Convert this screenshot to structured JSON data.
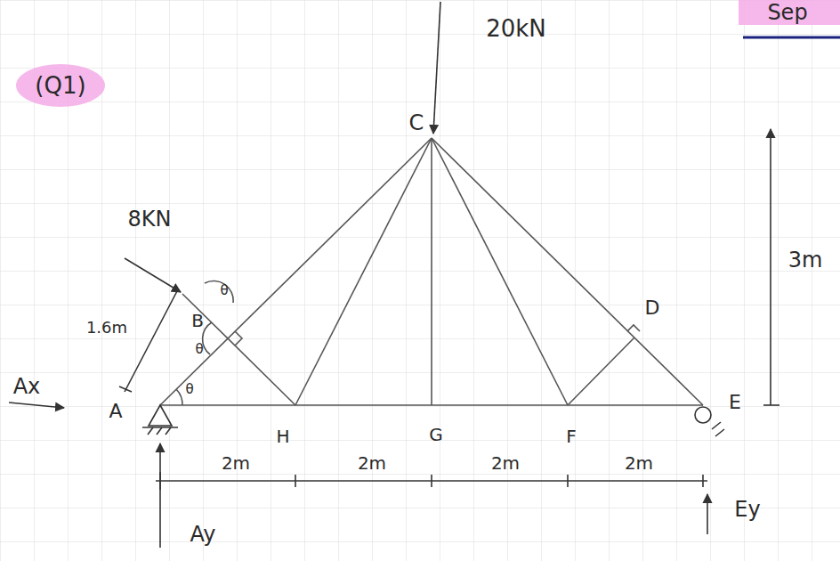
{
  "diagram": {
    "title": "(Q1)",
    "labels": [
      "Sep",
      "20kN",
      "8KN",
      "1.6m",
      "B",
      "θ",
      "θ",
      "θ",
      "Ax",
      "A",
      "C",
      "D",
      "E",
      "H",
      "G",
      "F",
      "2m",
      "2m",
      "2m",
      "2m",
      "3m",
      "Ey",
      "Ay"
    ]
  }
}
